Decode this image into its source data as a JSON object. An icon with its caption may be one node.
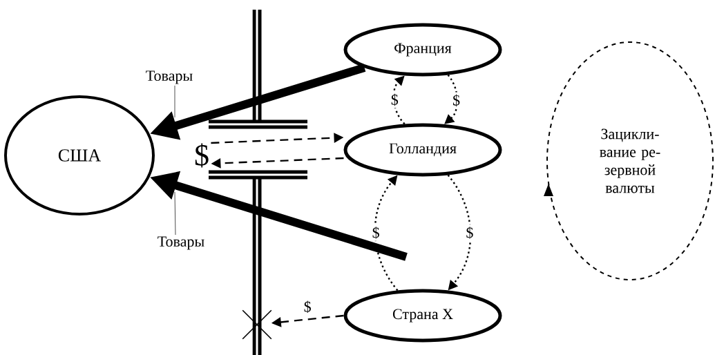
{
  "diagram": {
    "nodes": [
      {
        "text": [
          "США"
        ]
      },
      {
        "text": [
          "Франция"
        ]
      },
      {
        "text": [
          "Голландия"
        ]
      },
      {
        "text": [
          "Страна X"
        ]
      },
      {
        "text": [
          "$"
        ]
      },
      {
        "text": [
          "Товары"
        ]
      },
      {
        "text": [
          "Товары"
        ]
      },
      {
        "text": [
          "Зацикли- вание ре- зервной валюты"
        ]
      },
      {
        "text": [],
        "shape": "cross"
      }
    ],
    "edges": [
      {
        "from": 1,
        "to": 0,
        "arrow": "to",
        "style": "thick"
      },
      {
        "from": null,
        "to": 0,
        "arrow": "to",
        "style": "thick"
      },
      {
        "from": 4,
        "to": 2,
        "arrow": "to",
        "style": "dashed"
      },
      {
        "from": 2,
        "to": 4,
        "arrow": "to",
        "style": "dashed"
      },
      {
        "from": 2,
        "to": 1,
        "arrow": "to",
        "style": "dashed",
        "label": "$"
      },
      {
        "from": 1,
        "to": 2,
        "arrow": "to",
        "style": "dashed",
        "label": "$"
      },
      {
        "from": 2,
        "to": 3,
        "arrow": "to",
        "style": "dashed",
        "label": "$"
      },
      {
        "from": 3,
        "to": 2,
        "arrow": "to",
        "style": "dashed",
        "label": "$"
      },
      {
        "from": 3,
        "to": 8,
        "arrow": "to",
        "style": "dashed",
        "label": "$"
      },
      {
        "from": 5,
        "to": null,
        "arrow": "none"
      },
      {
        "from": 6,
        "to": null,
        "arrow": "none"
      }
    ]
  }
}
